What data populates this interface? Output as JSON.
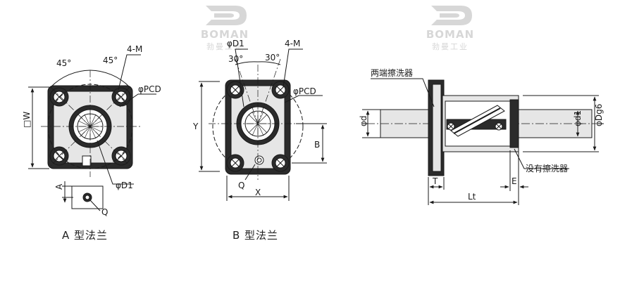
{
  "watermark": {
    "brand": "BOMAN",
    "tagline": "勃曼工业"
  },
  "captions": {
    "type_a": "A 型法兰",
    "type_b": "B 型法兰"
  },
  "labels_a": {
    "angle_left": "45°",
    "angle_right": "45°",
    "holes": "4-M",
    "pcd": "φPCD",
    "w": "□W",
    "d1": "φD1",
    "a": "A",
    "q": "Q"
  },
  "labels_b": {
    "angle_left": "30°",
    "angle_right": "30°",
    "d1": "φD1",
    "holes": "4-M",
    "pcd": "φPCD",
    "y": "Y",
    "b": "B",
    "q": "Q",
    "x": "X"
  },
  "labels_side": {
    "wiper_both": "两端擦洗器",
    "wiper_none": "没有擦洗器",
    "d": "φd",
    "d1": "φd1",
    "dg6": "φDg6",
    "t": "T",
    "e": "E",
    "lt": "Lt"
  },
  "colors": {
    "line": "#1a1a1a",
    "body": "#2b2b2b",
    "fill_light": "#e6e6e6",
    "watermark": "#d7d7d7"
  }
}
